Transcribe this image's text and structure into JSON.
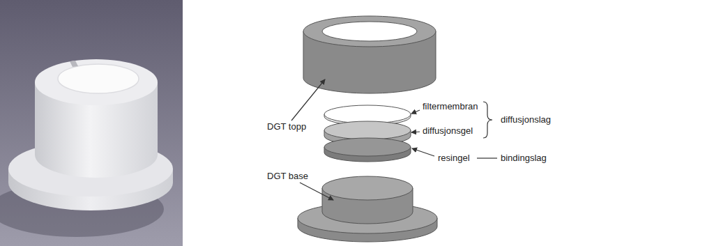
{
  "diagram": {
    "labels": [
      "DGT topp",
      "filtermembran",
      "diffusjonsgel",
      "diffusjonslag",
      "resingel",
      "bindingslag",
      "DGT base"
    ]
  }
}
